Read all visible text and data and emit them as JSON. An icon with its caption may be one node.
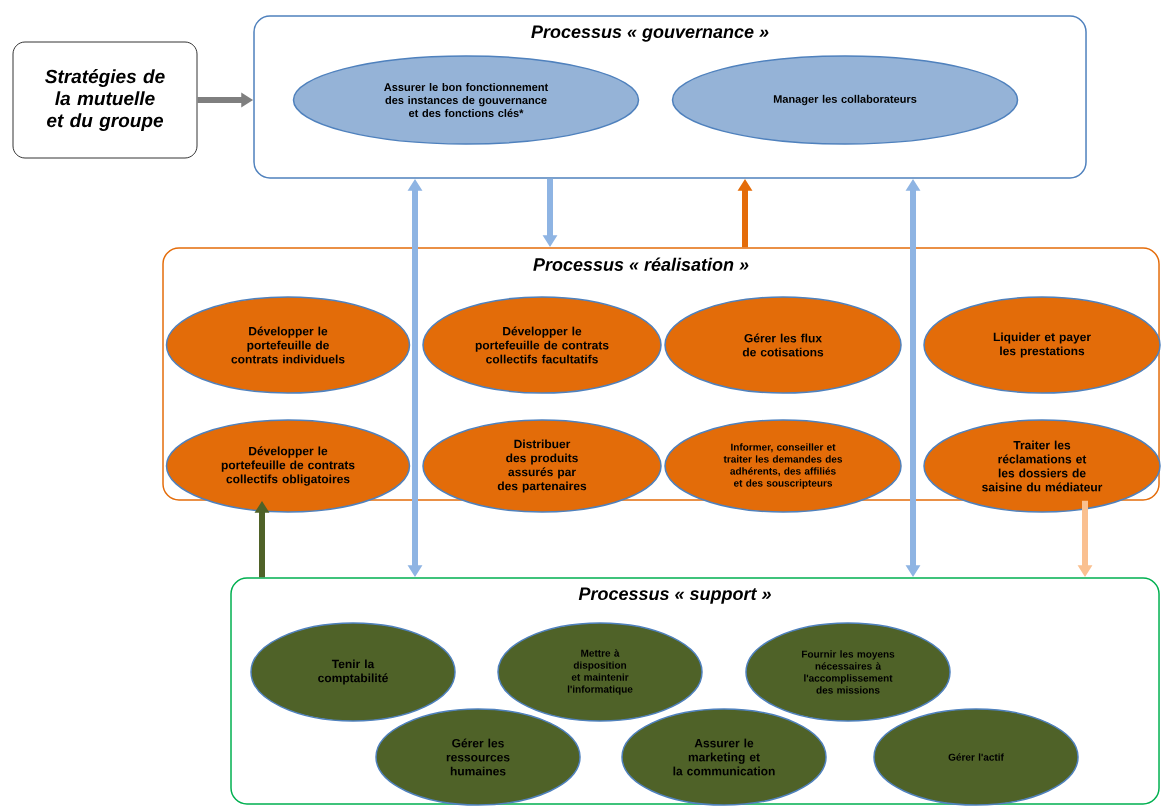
{
  "diagram": {
    "nodes": [
      {
        "text": [
          "Stratégies de la mutuelle et du groupe"
        ]
      },
      {
        "text": [
          "Processus « gouvernance »"
        ]
      },
      {
        "text": [
          "Assurer le bon fonctionnement des instances de gouvernance et des fonctions clés*"
        ],
        "in": 1
      },
      {
        "text": [
          "Manager les collaborateurs"
        ],
        "in": 1
      },
      {
        "text": [
          "Processus « réalisation »"
        ]
      },
      {
        "text": [
          "Développer le portefeuille de contrats individuels"
        ],
        "in": 4
      },
      {
        "text": [
          "Développer le portefeuille de contrats collectifs facultatifs"
        ],
        "in": 4
      },
      {
        "text": [
          "Gérer les flux de cotisations"
        ],
        "in": 4
      },
      {
        "text": [
          "Liquider et payer les prestations"
        ],
        "in": 4
      },
      {
        "text": [
          "Développer le portefeuille de contrats collectifs obligatoires"
        ],
        "in": 4
      },
      {
        "text": [
          "Distribuer des produits assurés par des partenaires"
        ],
        "in": 4
      },
      {
        "text": [
          "Informer, conseiller et traiter les demandes des adhérents, des affiliés et des souscripteurs"
        ],
        "in": 4
      },
      {
        "text": [
          "Traiter les réclamations et les dossiers de saisine du médiateur"
        ],
        "in": 4
      },
      {
        "text": [
          "Processus « support »"
        ]
      },
      {
        "text": [
          "Tenir la comptabilité"
        ],
        "in": 13
      },
      {
        "text": [
          "Mettre à disposition et maintenir l'informatique"
        ],
        "in": 13
      },
      {
        "text": [
          "Fournir les moyens nécessaires à l'accomplissement des missions"
        ],
        "in": 13
      },
      {
        "text": [
          "Gérer les ressources humaines"
        ],
        "in": 13
      },
      {
        "text": [
          "Assurer le marketing et la communication"
        ],
        "in": 13
      },
      {
        "text": [
          "Gérer l'actif"
        ],
        "in": 13
      }
    ],
    "edges": [
      {
        "from": 0,
        "to": 1,
        "arrow": "to",
        "color": "#7f7f7f"
      },
      {
        "from": 1,
        "to": 13,
        "arrow": "both",
        "color": "#8eb4e3"
      },
      {
        "from": 1,
        "to": 4,
        "arrow": "to",
        "color": "#8eb4e3"
      },
      {
        "from": 4,
        "to": 1,
        "arrow": "to",
        "color": "#e46c0a"
      },
      {
        "from": 1,
        "to": 13,
        "arrow": "both",
        "color": "#8eb4e3"
      },
      {
        "from": 13,
        "to": 4,
        "arrow": "to",
        "color": "#4f6228"
      },
      {
        "from": 4,
        "to": 13,
        "arrow": "to",
        "color": "#fac090"
      }
    ]
  }
}
